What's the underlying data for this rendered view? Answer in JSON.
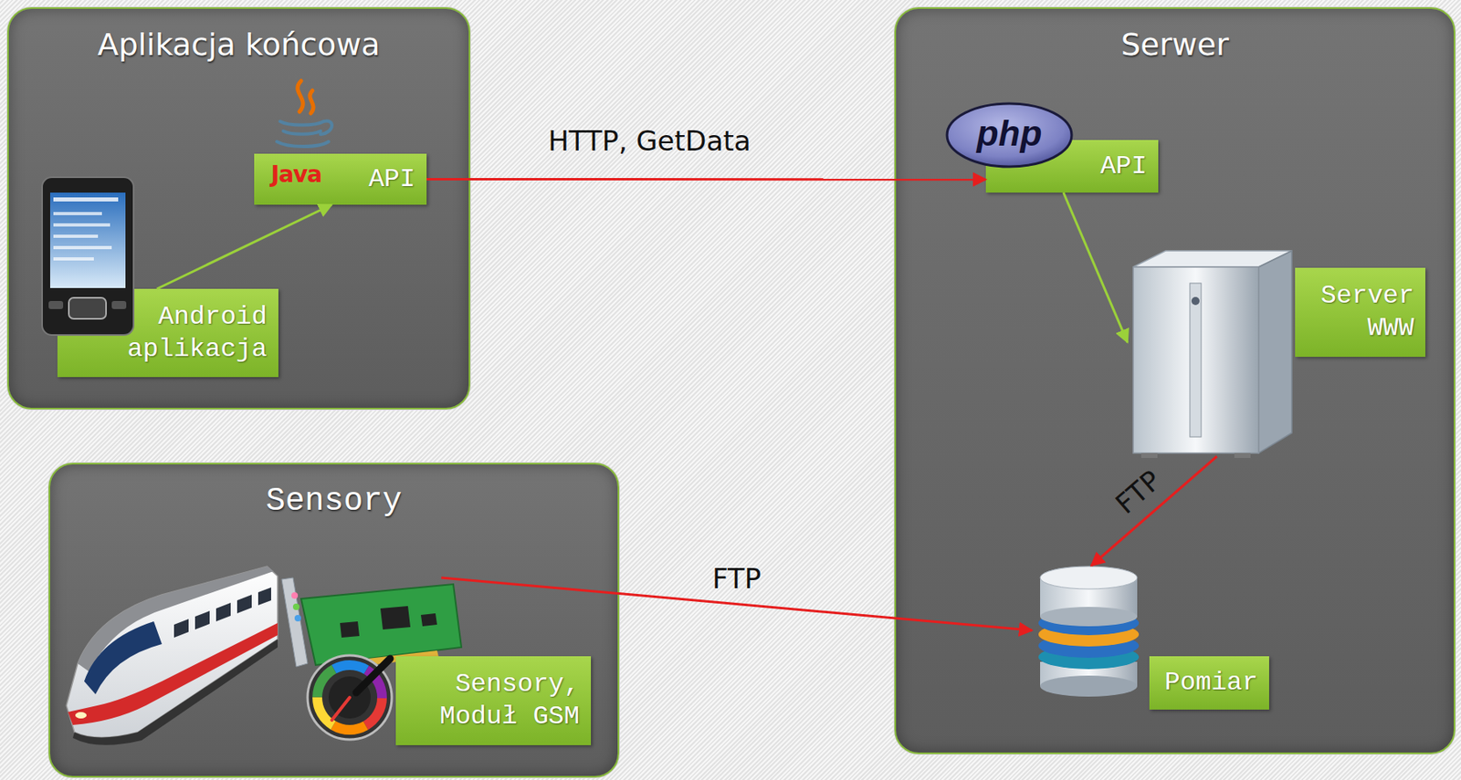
{
  "diagram": {
    "nodes": [
      {
        "text": [
          "Aplikacja końcowa"
        ]
      },
      {
        "text": [
          "API"
        ],
        "in": 0
      },
      {
        "text": [
          "Android aplikacja"
        ],
        "in": 0
      },
      {
        "text": [
          "Sensory"
        ]
      },
      {
        "text": [
          "Sensory, Moduł GSM"
        ],
        "in": 3
      },
      {
        "text": [
          "Serwer"
        ]
      },
      {
        "text": [
          "API"
        ],
        "in": 5
      },
      {
        "text": [
          "Server WWW"
        ],
        "in": 5
      },
      {
        "text": [
          "Pomiar"
        ],
        "in": 5
      }
    ],
    "edges": [
      {
        "from": 2,
        "to": 1,
        "arrow": "to"
      },
      {
        "from": 1,
        "to": 6,
        "arrow": "to",
        "label": "HTTP, GetData"
      },
      {
        "from": 6,
        "to": 7,
        "arrow": "to"
      },
      {
        "from": 7,
        "to": 8,
        "arrow": "to",
        "label": "FTP"
      },
      {
        "from": 4,
        "to": 8,
        "arrow": "to",
        "label": "FTP"
      }
    ],
    "labels": [
      "Java",
      "php"
    ]
  }
}
